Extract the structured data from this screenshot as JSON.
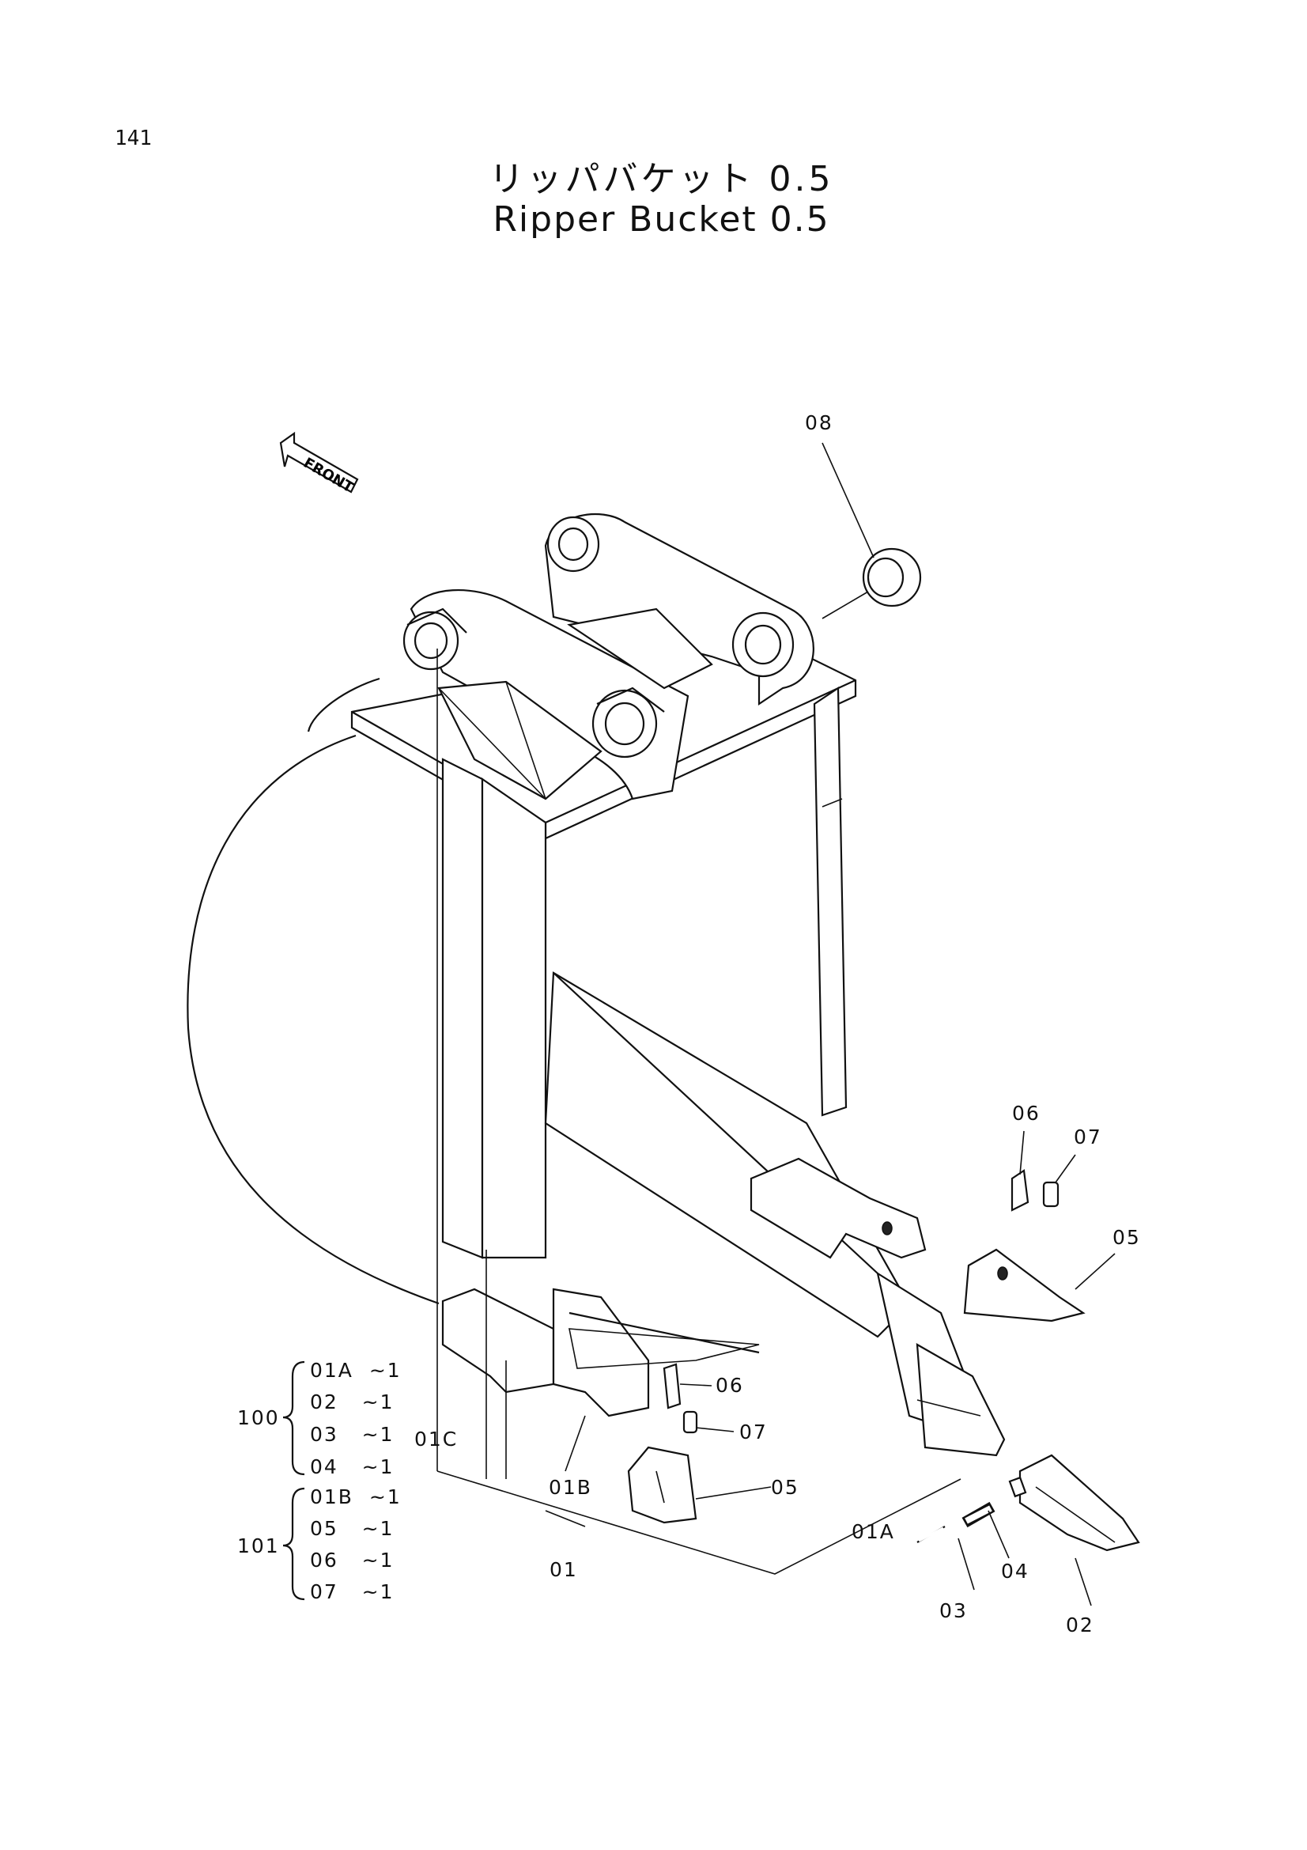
{
  "page_number": "141",
  "title": {
    "japanese": "リッパバケット 0.5",
    "english": "Ripper Bucket 0.5"
  },
  "front_marker": "FRONT",
  "callouts": {
    "c08": "08",
    "c06_right": "06",
    "c07_right": "07",
    "c05_right": "05",
    "c06_mid": "06",
    "c07_mid": "07",
    "c05_mid": "05",
    "c01C": "01C",
    "c01B": "01B",
    "c01": "01",
    "c01A": "01A",
    "c02": "02",
    "c03": "03",
    "c04": "04"
  },
  "assemblies": [
    {
      "number": "100",
      "parts": [
        {
          "code": "01A",
          "qty": "~1"
        },
        {
          "code": "02",
          "qty": "~1"
        },
        {
          "code": "03",
          "qty": "~1"
        },
        {
          "code": "04",
          "qty": "~1"
        }
      ]
    },
    {
      "number": "101",
      "parts": [
        {
          "code": "01B",
          "qty": "~1"
        },
        {
          "code": "05",
          "qty": "~1"
        },
        {
          "code": "06",
          "qty": "~1"
        },
        {
          "code": "07",
          "qty": "~1"
        }
      ]
    }
  ]
}
